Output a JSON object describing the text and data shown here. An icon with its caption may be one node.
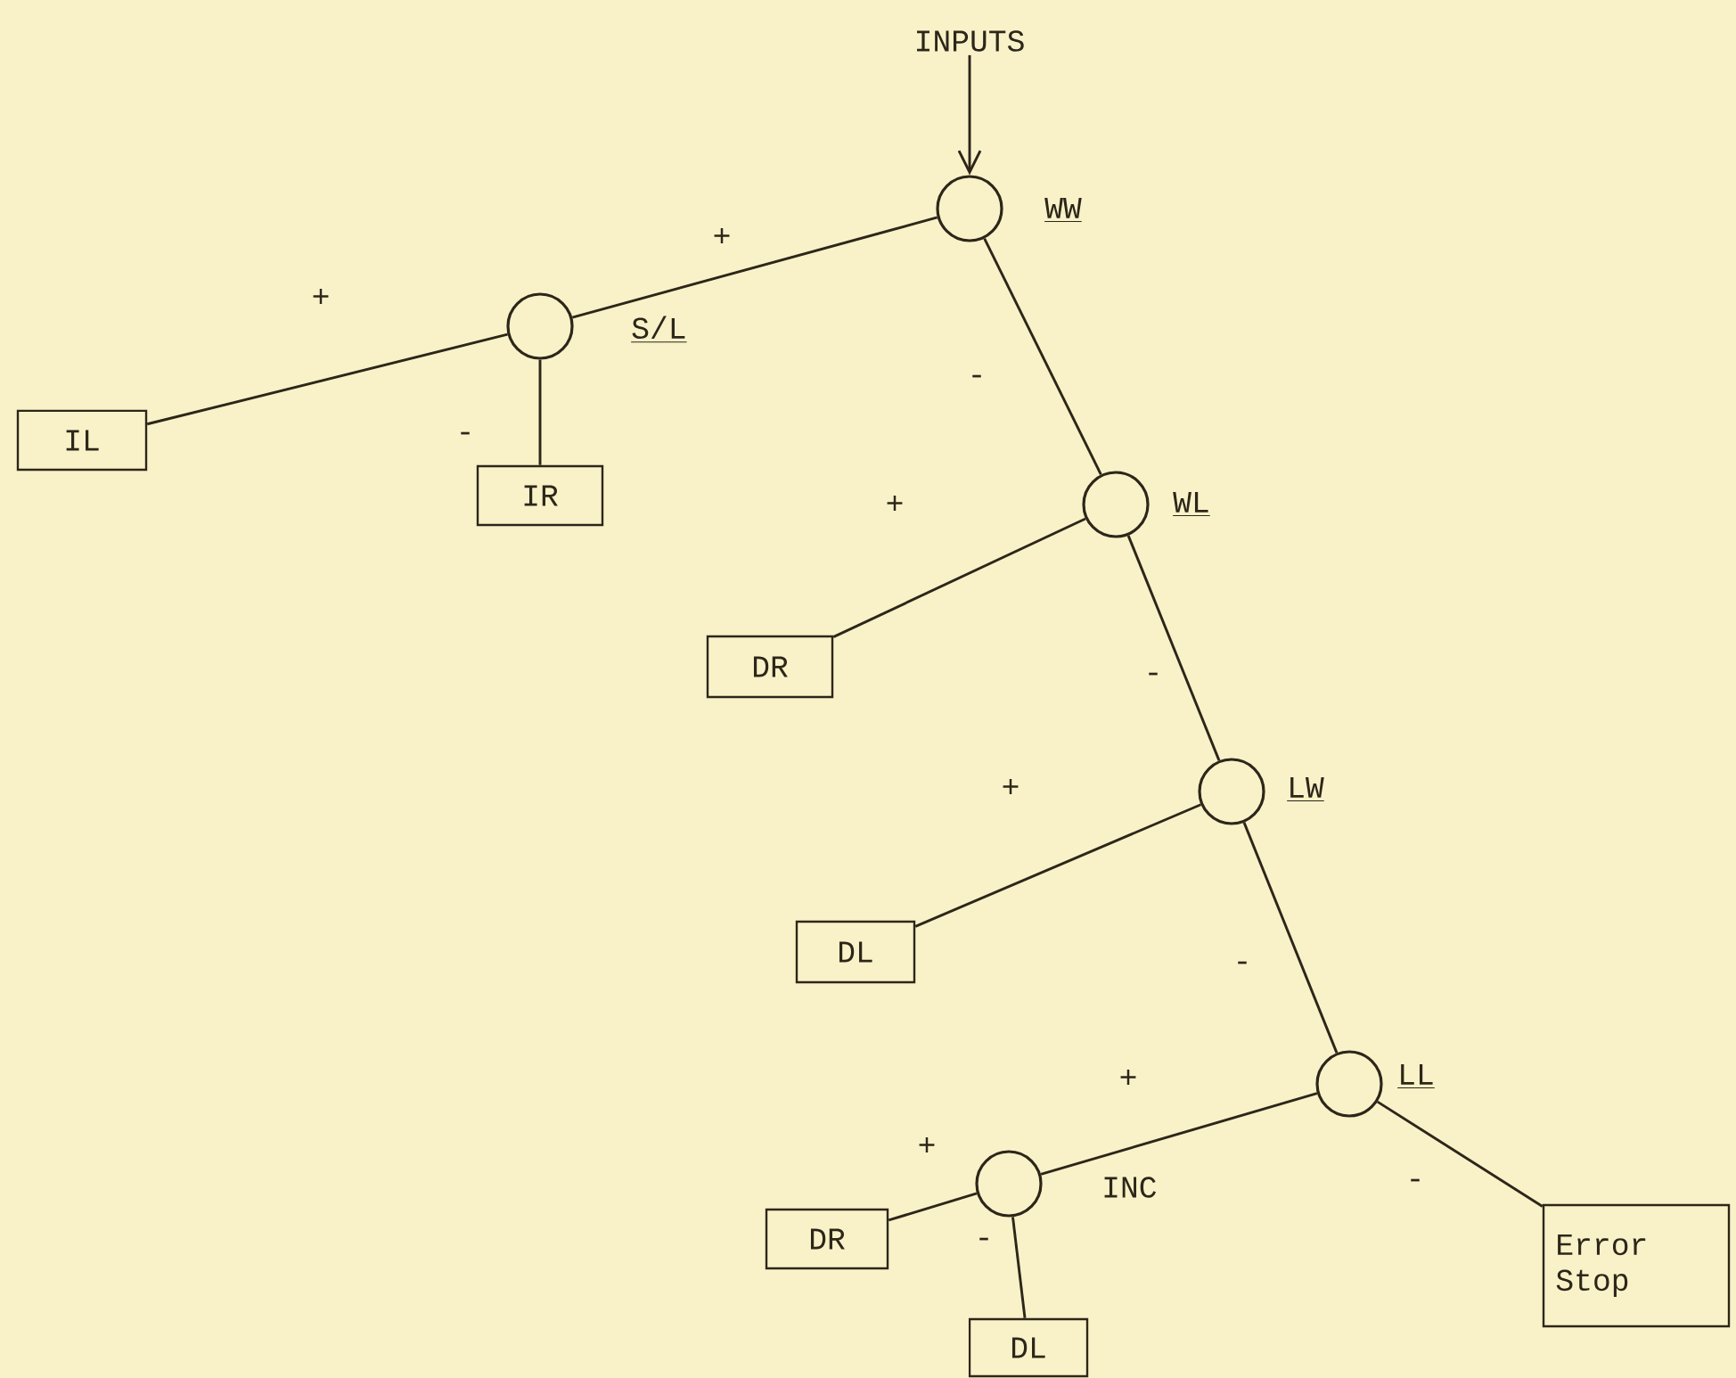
{
  "diagram": {
    "nodes": [
      {
        "text": [
          "INPUTS"
        ]
      },
      {
        "text": [],
        "shape": "circle",
        "beside": [
          "WW"
        ]
      },
      {
        "text": [],
        "shape": "circle",
        "beside": [
          "S/L"
        ]
      },
      {
        "text": [
          "IL"
        ]
      },
      {
        "text": [
          "IR"
        ]
      },
      {
        "text": [],
        "shape": "circle",
        "beside": [
          "WL"
        ]
      },
      {
        "text": [
          "DR"
        ]
      },
      {
        "text": [],
        "shape": "circle",
        "beside": [
          "LW"
        ]
      },
      {
        "text": [
          "DL"
        ]
      },
      {
        "text": [],
        "shape": "circle",
        "beside": [
          "LL"
        ]
      },
      {
        "text": [],
        "shape": "circle",
        "beside": [
          "INC"
        ]
      },
      {
        "text": [
          "DR"
        ]
      },
      {
        "text": [
          "DL"
        ]
      },
      {
        "text": [
          "Error Stop"
        ]
      }
    ],
    "edges": [
      {
        "from": 0,
        "to": 1,
        "arrow": "to"
      },
      {
        "from": 1,
        "to": 2,
        "arrow": "none",
        "label": "+"
      },
      {
        "from": 2,
        "to": 3,
        "arrow": "none",
        "label": "+"
      },
      {
        "from": 2,
        "to": 4,
        "arrow": "none",
        "label": "-"
      },
      {
        "from": 1,
        "to": 5,
        "arrow": "none",
        "label": "-"
      },
      {
        "from": 5,
        "to": 6,
        "arrow": "none",
        "label": "+"
      },
      {
        "from": 5,
        "to": 7,
        "arrow": "none",
        "label": "-"
      },
      {
        "from": 7,
        "to": 8,
        "arrow": "none",
        "label": "+"
      },
      {
        "from": 7,
        "to": 9,
        "arrow": "none",
        "label": "-"
      },
      {
        "from": 9,
        "to": 10,
        "arrow": "none",
        "label": "+"
      },
      {
        "from": 9,
        "to": 13,
        "arrow": "none",
        "label": "-"
      },
      {
        "from": 10,
        "to": 11,
        "arrow": "none",
        "label": "+"
      },
      {
        "from": 10,
        "to": 12,
        "arrow": "none",
        "label": "-"
      }
    ]
  }
}
